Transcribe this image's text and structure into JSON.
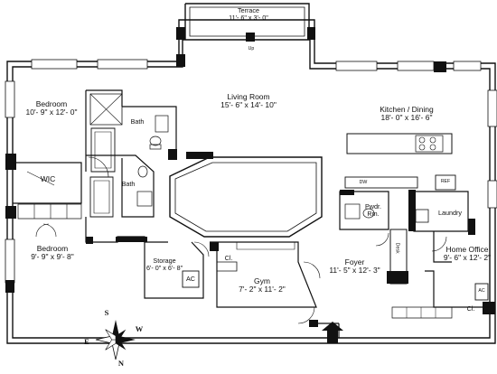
{
  "rooms": {
    "terrace": {
      "name": "Terrace",
      "dims": "11'- 6\" x 3'- 0\""
    },
    "terrace_step": "Up",
    "living_room": {
      "name": "Living Room",
      "dims": "15'- 6\" x 14'- 10\""
    },
    "kitchen_dining": {
      "name": "Kitchen / Dining",
      "dims": "18'- 0\" x 16'- 6\""
    },
    "bedroom_1": {
      "name": "Bedroom",
      "dims": "10'- 9\" x 12'- 0\""
    },
    "bath_1": {
      "name": "Bath"
    },
    "bath_2": {
      "name": "Bath"
    },
    "wic": {
      "name": "WIC"
    },
    "bedroom_2": {
      "name": "Bedroom",
      "dims": "9'- 9\" x 9'- 8\""
    },
    "storage": {
      "name": "Storage",
      "dims": "6'- 0\" x 6'- 8\""
    },
    "storage_ac": "AC",
    "gym": {
      "name": "Gym",
      "dims": "7'- 2\" x 11'- 2\""
    },
    "gym_closet": "Cl.",
    "foyer": {
      "name": "Foyer",
      "dims": "11'- 5\" x 12'- 3\""
    },
    "powder_room": {
      "name": "Pwdr.",
      "name2": "Rm."
    },
    "laundry": {
      "name": "Laundry"
    },
    "desk": "Desk",
    "home_office": {
      "name": "Home Office",
      "dims": "9'- 6\" x 12'- 2\""
    },
    "office_ac": "AC",
    "office_closet": "Cl."
  },
  "appliances": {
    "dishwasher": "DW",
    "refrigerator": "REF"
  },
  "compass": {
    "n": "N",
    "s": "S",
    "e": "E",
    "w": "W"
  }
}
